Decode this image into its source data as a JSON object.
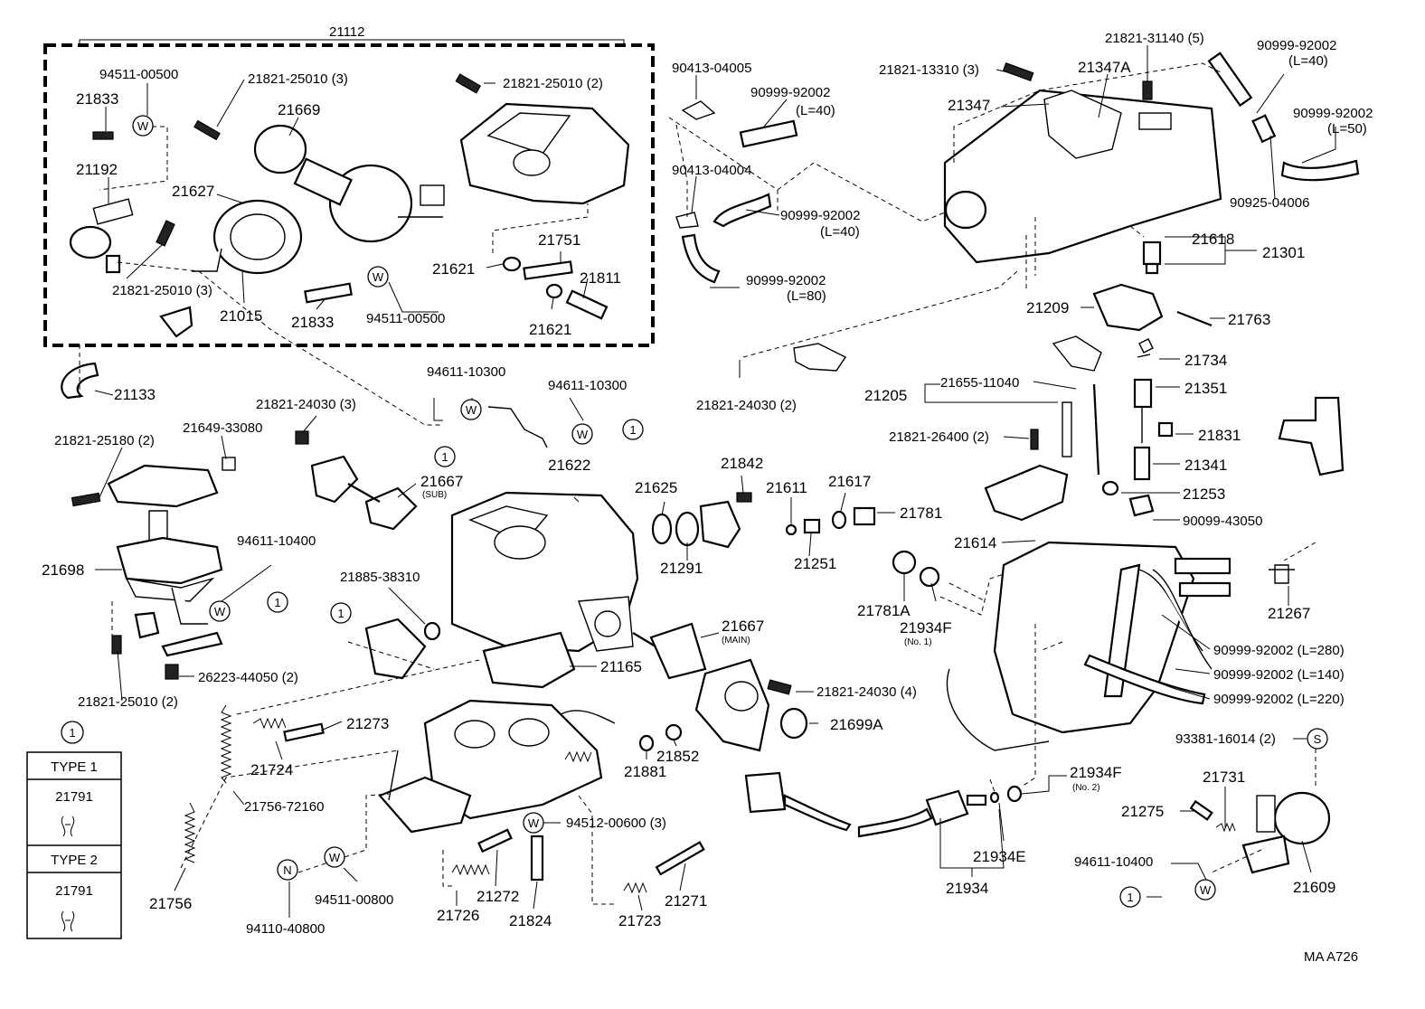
{
  "labels": {
    "l21112": "21112",
    "l9451100500a": "94511-00500",
    "l21833a": "21833",
    "l2182125010x3a": "21821-25010 (3)",
    "l21669": "21669",
    "l2182125010x2": "21821-25010 (2)",
    "l21192": "21192",
    "l21627": "21627",
    "l2182125010x3b": "21821-25010 (3)",
    "l21015": "21015",
    "l21833b": "21833",
    "l9451100500b": "94511-00500",
    "l21621a": "21621",
    "l21751": "21751",
    "l21811": "21811",
    "l21621b": "21621",
    "l21133": "21133",
    "l9041304005": "90413-04005",
    "l9099992002a": "90999-92002",
    "l9099992002a_len": "(L=40)",
    "l9041304004": "90413-04004",
    "l9099992002b": "90999-92002",
    "l9099992002b_len": "(L=40)",
    "l9099992002c": "90999-92002",
    "l9099992002c_len": "(L=80)",
    "l2182131140": "21821-31140 (5)",
    "l2182113310": "21821-13310 (3)",
    "l21347A": "21347A",
    "l21347": "21347",
    "l9099992002d": "90999-92002",
    "l9099992002d_len": "(L=40)",
    "l9099992002e": "90999-92002",
    "l9099992002e_len": "(L=50)",
    "l9092504006": "90925-04006",
    "l21618": "21618",
    "l21301": "21301",
    "l21209": "21209",
    "l21763": "21763",
    "l21734": "21734",
    "l2182124030x2": "21821-24030 (2)",
    "l21205": "21205",
    "l2165511040": "21655-11040",
    "l21351": "21351",
    "l21831": "21831",
    "l2182126400": "21821-26400 (2)",
    "l21341": "21341",
    "l21253": "21253",
    "l9009943050": "90099-43050",
    "l9461110300a": "94611-10300",
    "l9461110300b": "94611-10300",
    "l2182124030x3": "21821-24030 (3)",
    "l2182125180": "21821-25180 (2)",
    "l2164933080": "21649-33080",
    "l21667sub": "21667",
    "l21667sub_note": "(SUB)",
    "l21622": "21622",
    "l21625": "21625",
    "l21842": "21842",
    "l21611": "21611",
    "l21617": "21617",
    "l21781": "21781",
    "l21291": "21291",
    "l21251": "21251",
    "l21614": "21614",
    "l9461110400a": "94611-10400",
    "l21698": "21698",
    "l2188538310": "21885-38310",
    "l21667main": "21667",
    "l21667main_note": "(MAIN)",
    "l21781A": "21781A",
    "l21934F1": "21934F",
    "l21934F1_note": "(No. 1)",
    "l21267": "21267",
    "l21165": "21165",
    "l2182125010x2b": "21821-25010 (2)",
    "l2622344050": "26223-44050 (2)",
    "l2182124030x4": "21821-24030 (4)",
    "l9099992002f": "90999-92002 (L=280)",
    "l9099992002g": "90999-92002 (L=140)",
    "l9099992002h": "90999-92002 (L=220)",
    "l21273": "21273",
    "l21699A": "21699A",
    "l21724": "21724",
    "l21881": "21881",
    "l21852": "21852",
    "l9338116014": "93381-16014 (2)",
    "l21934F2": "21934F",
    "l21934F2_note": "(No. 2)",
    "l21731": "21731",
    "l2175672160": "21756-72160",
    "l9451200600": "94512-00600 (3)",
    "l21275": "21275",
    "l21934E": "21934E",
    "l21756": "21756",
    "l21272": "21272",
    "l21271": "21271",
    "l9461110400b": "94611-10400",
    "l21609": "21609",
    "l9451100800": "94511-00800",
    "l21726": "21726",
    "l21824": "21824",
    "l21723": "21723",
    "l21934": "21934",
    "l9411040800": "94110-40800",
    "code": "MA  A726"
  },
  "symbols": {
    "W": "W",
    "N": "N",
    "S": "S",
    "one": "1"
  },
  "legend": {
    "marker": "1",
    "type1": "TYPE  1",
    "type1_part": "21791",
    "type2": "TYPE  2",
    "type2_part": "21791"
  }
}
